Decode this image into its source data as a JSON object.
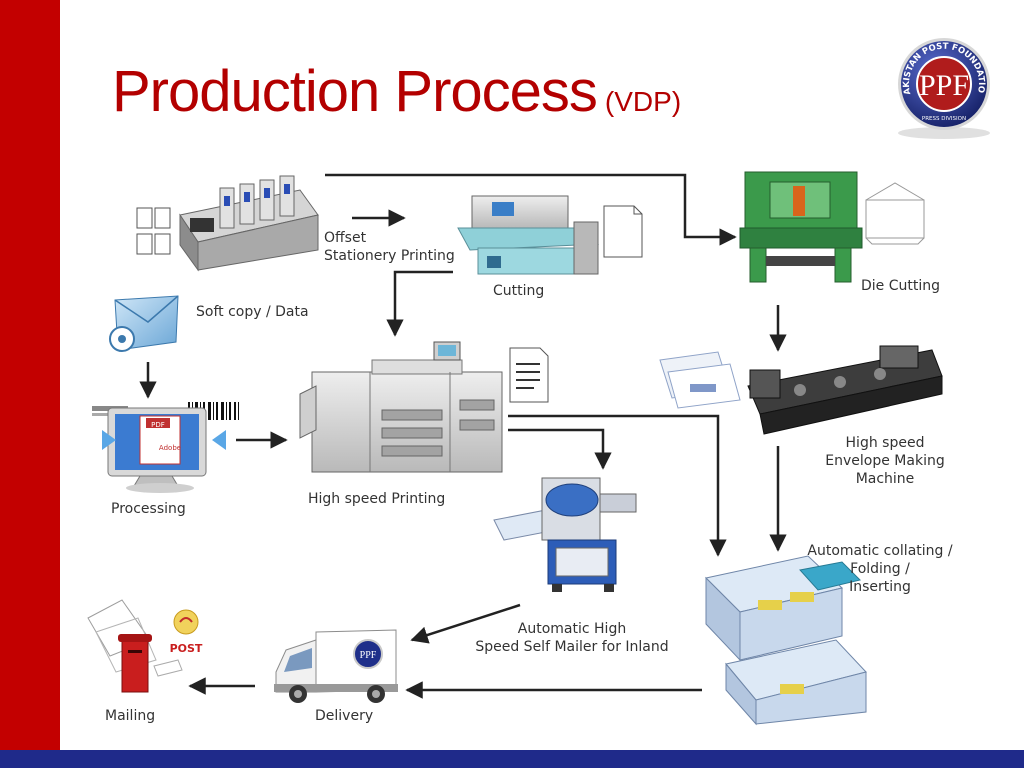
{
  "slide": {
    "title": "Production Process",
    "subtitle": "(VDP)",
    "logo_text": "PAKISTAN POST FOUNDATION",
    "logo_sub": "PRESS DIVISION",
    "logo_monogram": "PPF"
  },
  "labels": {
    "offset_line1": "Offset",
    "offset_line2": "Stationery Printing",
    "cutting": "Cutting",
    "die_cutting": "Die Cutting",
    "soft_copy": "Soft copy / Data",
    "processing": "Processing",
    "high_speed_printing": "High speed Printing",
    "envelope_line1": "High speed",
    "envelope_line2": "Envelope Making",
    "envelope_line3": "Machine",
    "collating_line1": "Automatic collating /",
    "collating_line2": "Folding /",
    "collating_line3": "Inserting",
    "mailer_line1": "Automatic High",
    "mailer_line2": "Speed Self Mailer for Inland",
    "mailing": "Mailing",
    "delivery": "Delivery"
  },
  "graphics": {
    "pdf_tag": "PDF",
    "adobe_tag": "Adobe",
    "post_tag": "POST",
    "truck_logo": "PPF"
  },
  "colors": {
    "accent_red": "#c30000",
    "title_red": "#b30000",
    "footer_blue": "#1f2a8a",
    "arrow": "#222222"
  }
}
